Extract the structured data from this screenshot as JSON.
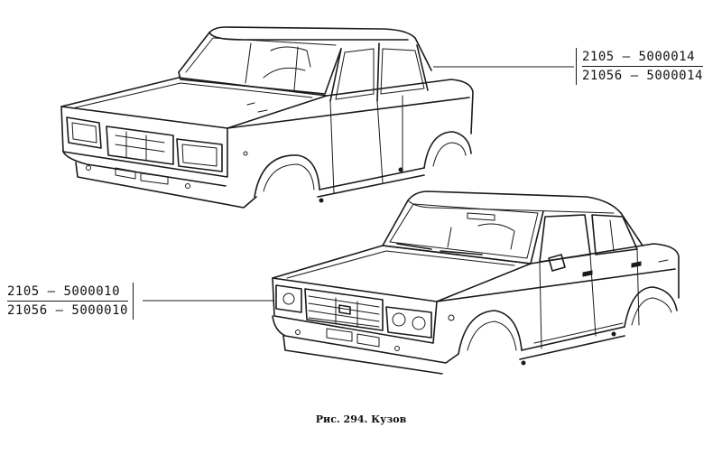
{
  "callouts": {
    "top": {
      "line1": "2105 – 5000014",
      "line2": "21056 – 5000014"
    },
    "bottom": {
      "line1": "2105 – 5000010",
      "line2": "21056 – 5000010"
    }
  },
  "caption": "Рис. 294. Кузов"
}
